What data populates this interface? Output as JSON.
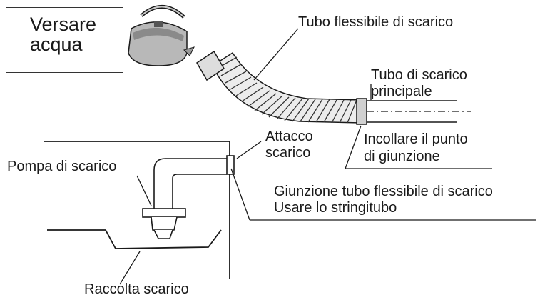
{
  "labels": {
    "pour_water_line1": "Versare",
    "pour_water_line2": "acqua",
    "drain_hose": "Tubo flessibile di scarico",
    "main_drain_pipe_line1": "Tubo di scarico",
    "main_drain_pipe_line2": "principale",
    "glue_joint_line1": "Incollare il punto",
    "glue_joint_line2": "di giunzione",
    "drain_outlet_line1": "Attacco",
    "drain_outlet_line2": "scarico",
    "drain_pump": "Pompa di scarico",
    "hose_joint_line1": "Giunzione tubo flessibile di scarico",
    "hose_joint_line2": "Usare lo stringitubo",
    "drain_pan": "Raccolta scarico"
  },
  "colors": {
    "line": "#1a1a1a",
    "kettle_body": "#b8b8b8",
    "kettle_shadow": "#8a8a8a",
    "hose_fill": "#ececec"
  }
}
